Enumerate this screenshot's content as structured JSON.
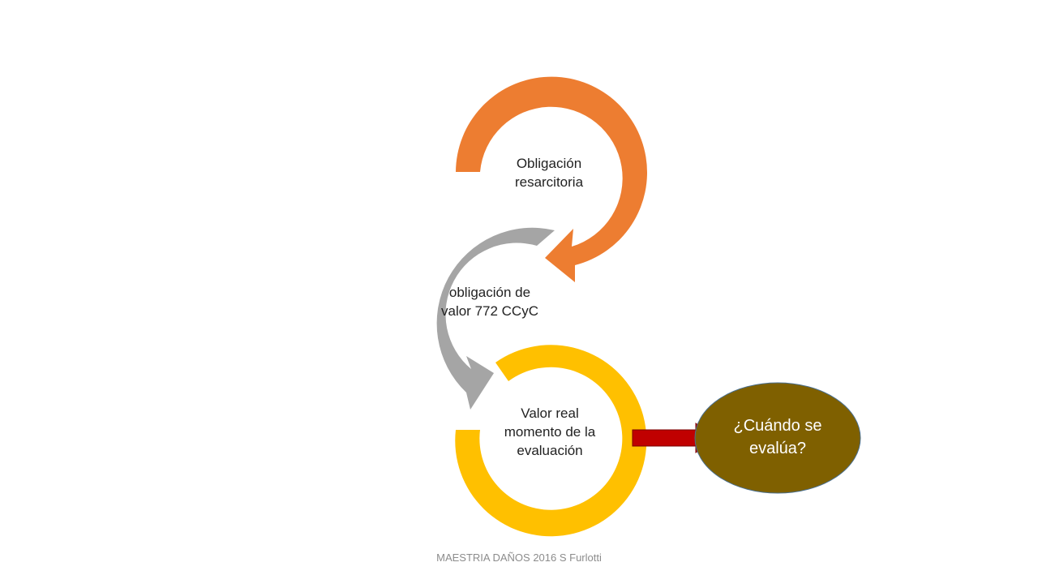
{
  "diagram": {
    "nodes": [
      {
        "id": "obligacion-resarcitoria",
        "lines": [
          "Obligación",
          "resarcitoria"
        ],
        "color": "#ED7D31"
      },
      {
        "id": "obligacion-de-valor",
        "lines": [
          "obligación de",
          "valor 772 CCyC"
        ],
        "color": "#A5A5A5"
      },
      {
        "id": "valor-real",
        "lines": [
          "Valor real",
          "momento de la",
          "evaluación"
        ],
        "color": "#FFC000"
      }
    ],
    "arrow_color": "#C00000",
    "question": {
      "lines": [
        "¿Cuándo se",
        "evalúa?"
      ],
      "fill": "#7F6000"
    }
  },
  "footer": {
    "text": "MAESTRIA DAÑOS 2016 S Furlotti"
  }
}
